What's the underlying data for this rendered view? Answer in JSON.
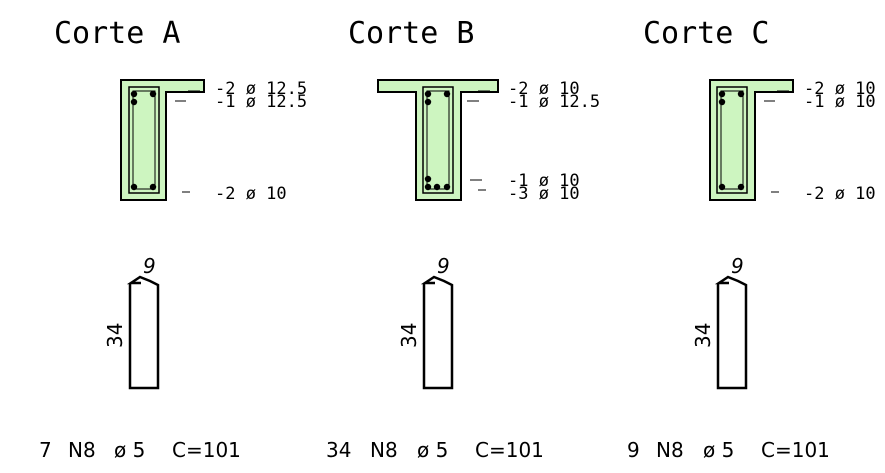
{
  "colors": {
    "concrete_fill": "#cdf5c0",
    "concrete_edge": "#000000",
    "bars": "#000000",
    "background": "#ffffff"
  },
  "sections": [
    {
      "title": "Corte A",
      "labels": [
        "-2 ø 12.5",
        "-1 ø 12.5",
        "-2 ø 10"
      ],
      "stirrup": {
        "width": "9",
        "height": "34"
      },
      "schedule": {
        "qty": "7",
        "mark": "N8",
        "dia": "ø 5",
        "length": "C=101"
      }
    },
    {
      "title": "Corte B",
      "labels": [
        "-2 ø 10",
        "-1 ø 12.5",
        "-1 ø 10",
        "-3 ø 10"
      ],
      "stirrup": {
        "width": "9",
        "height": "34"
      },
      "schedule": {
        "qty": "34",
        "mark": "N8",
        "dia": "ø 5",
        "length": "C=101"
      }
    },
    {
      "title": "Corte C",
      "labels": [
        "-2 ø 10",
        "-1 ø 10",
        "-2 ø 10"
      ],
      "stirrup": {
        "width": "9",
        "height": "34"
      },
      "schedule": {
        "qty": "9",
        "mark": "N8",
        "dia": "ø 5",
        "length": "C=101"
      }
    }
  ]
}
